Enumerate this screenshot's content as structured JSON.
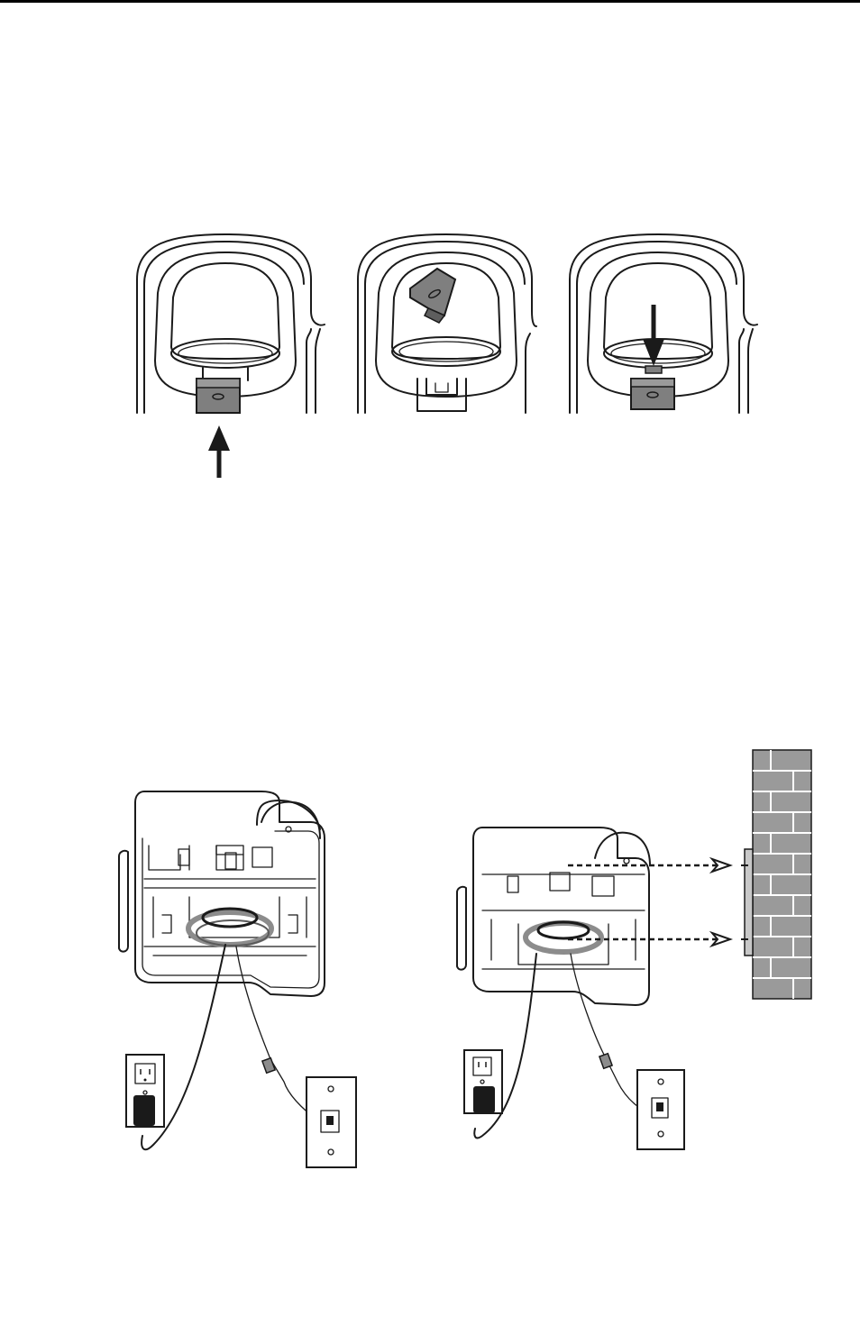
{
  "page": {
    "description_text": ""
  },
  "figures": [
    {
      "id": "hook-steps",
      "panels": [
        "step-1-slide-out-tab",
        "step-2-rotate-tab",
        "step-3-reinsert-tab"
      ]
    },
    {
      "id": "mounting",
      "panels": [
        "desk-mount-connections",
        "wall-mount-connections"
      ]
    }
  ],
  "colors": {
    "line": "#1a1a1a",
    "tab_fill": "#7f7f7f",
    "wall_fill": "#9a9a9a",
    "cord_fill": "#8c8c8c",
    "adapter_fill": "#1a1a1a",
    "background": "#ffffff"
  },
  "icons": [
    "arrow-up-icon",
    "arrow-down-icon",
    "dashed-arrow-right-icon",
    "brick-wall-icon",
    "power-outlet-icon",
    "phone-jack-icon",
    "power-adapter-icon"
  ]
}
